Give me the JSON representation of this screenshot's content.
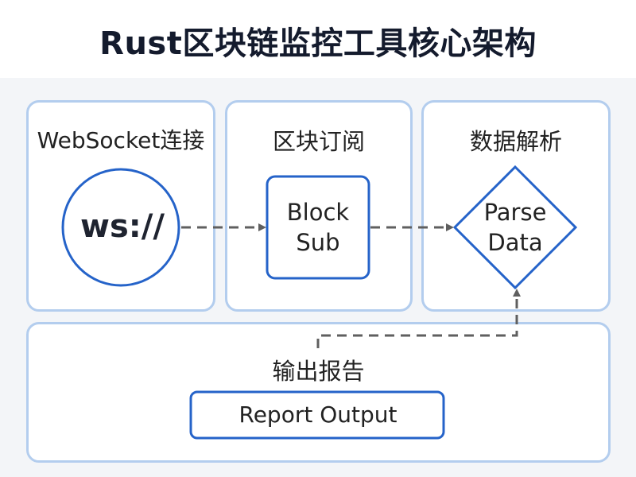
{
  "title": "Rust区块链监控工具核心架构",
  "panels": {
    "connect": {
      "label": "WebSocket连接",
      "node_text": "ws://"
    },
    "subscribe": {
      "label": "区块订阅",
      "node_line1": "Block",
      "node_line2": "Sub"
    },
    "parse": {
      "label": "数据解析",
      "node_line1": "Parse",
      "node_line2": "Data"
    },
    "report": {
      "label": "输出报告",
      "node_text": "Report Output"
    }
  },
  "colors": {
    "panel_border": "#b3cdee",
    "node_border": "#2563c9",
    "arrow": "#5f5f5f",
    "background": "#f3f5f8"
  }
}
